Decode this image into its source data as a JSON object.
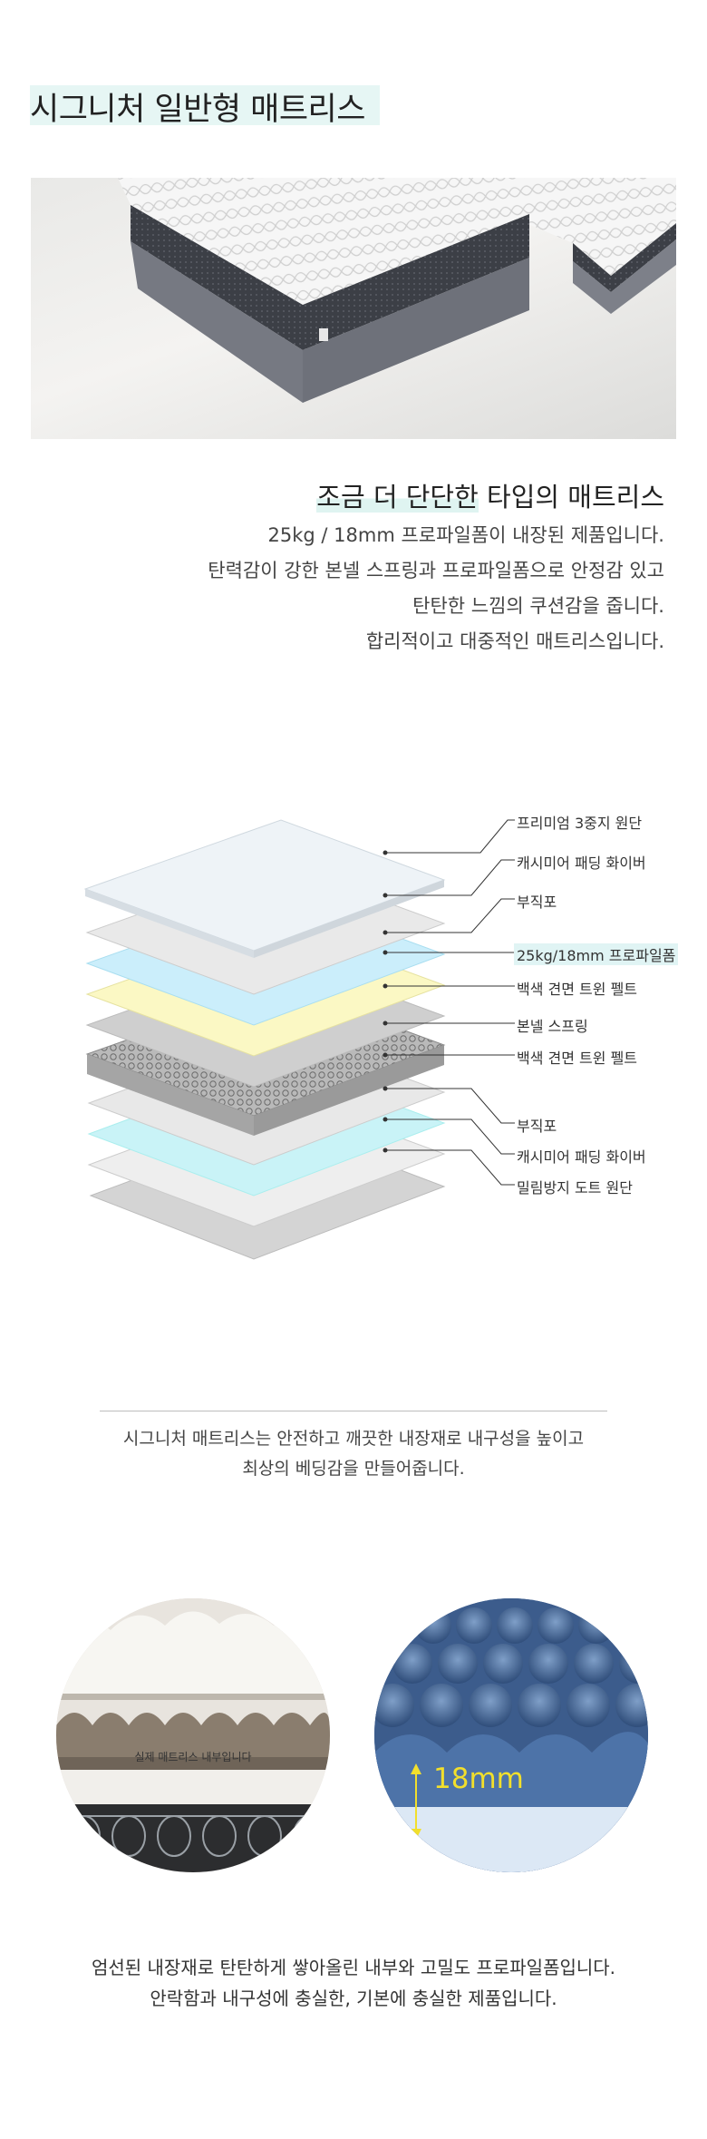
{
  "title": "시그니처 일반형 매트리스",
  "intro": {
    "heading_highlight": "조금 더 단단한",
    "heading_rest": " 타입의 매트리스",
    "lines": [
      "25kg / 18mm 프로파일폼이 내장된 제품입니다.",
      "탄력감이 강한 본넬 스프링과 프로파일폼으로 안정감 있고",
      "탄탄한 느낌의 쿠션감을 줍니다.",
      "합리적이고 대중적인 매트리스입니다."
    ]
  },
  "layers": [
    "프리미엄 3중지 원단",
    "캐시미어 패딩 화이버",
    "부직포",
    "25kg/18mm 프로파일폼",
    "백색 견면 트윈 펠트",
    "본넬 스프링",
    "백색 견면 트윈 펠트",
    "부직포",
    "캐시미어 패딩 화이버",
    "밀림방지 도트 원단"
  ],
  "summary": [
    "시그니처 매트리스는 안전하고 깨끗한 내장재로 내구성을 높이고",
    "최상의 베딩감을 만들어줍니다."
  ],
  "photos": {
    "inside_caption": "실제 매트리스 내부입니다",
    "foam_thickness": "18mm"
  },
  "closing": [
    "엄선된 내장재로 탄탄하게 쌓아올린 내부와 고밀도 프로파일폼입니다.",
    "안락함과 내구성에 충실한, 기본에 충실한 제품입니다."
  ]
}
